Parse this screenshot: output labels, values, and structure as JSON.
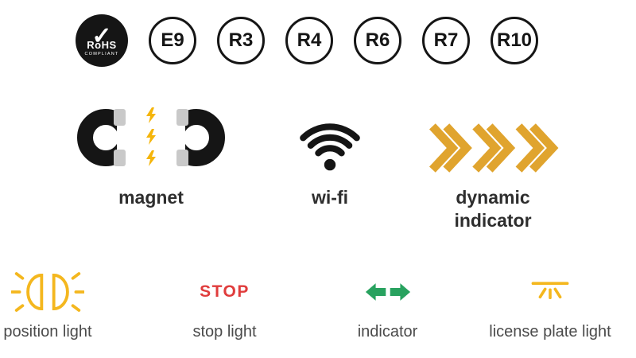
{
  "colors": {
    "black": "#151515",
    "amber_chevron": "#E0A42E",
    "yellow_light": "#F4B71E",
    "bolt_yellow": "#F5B50A",
    "red_stop": "#E03C3C",
    "green_indicator": "#28A25F",
    "magnet_tip_gray": "#C9C9C9",
    "label_dark": "#2E2E2E",
    "label_gray": "#4B4B4B"
  },
  "certifications": {
    "rohs": {
      "check": "✓",
      "title": "RoHS",
      "subtitle": "COMPLIANT"
    },
    "codes": [
      "E9",
      "R3",
      "R4",
      "R6",
      "R7",
      "R10"
    ]
  },
  "features": {
    "magnet": {
      "label": "magnet"
    },
    "wifi": {
      "label": "wi-fi"
    },
    "dynamic": {
      "label": "dynamic indicator"
    }
  },
  "functions": {
    "position": {
      "label": "position light"
    },
    "stop": {
      "label": "stop light",
      "text": "STOP"
    },
    "indicator": {
      "label": "indicator"
    },
    "license": {
      "label": "license plate light"
    }
  }
}
